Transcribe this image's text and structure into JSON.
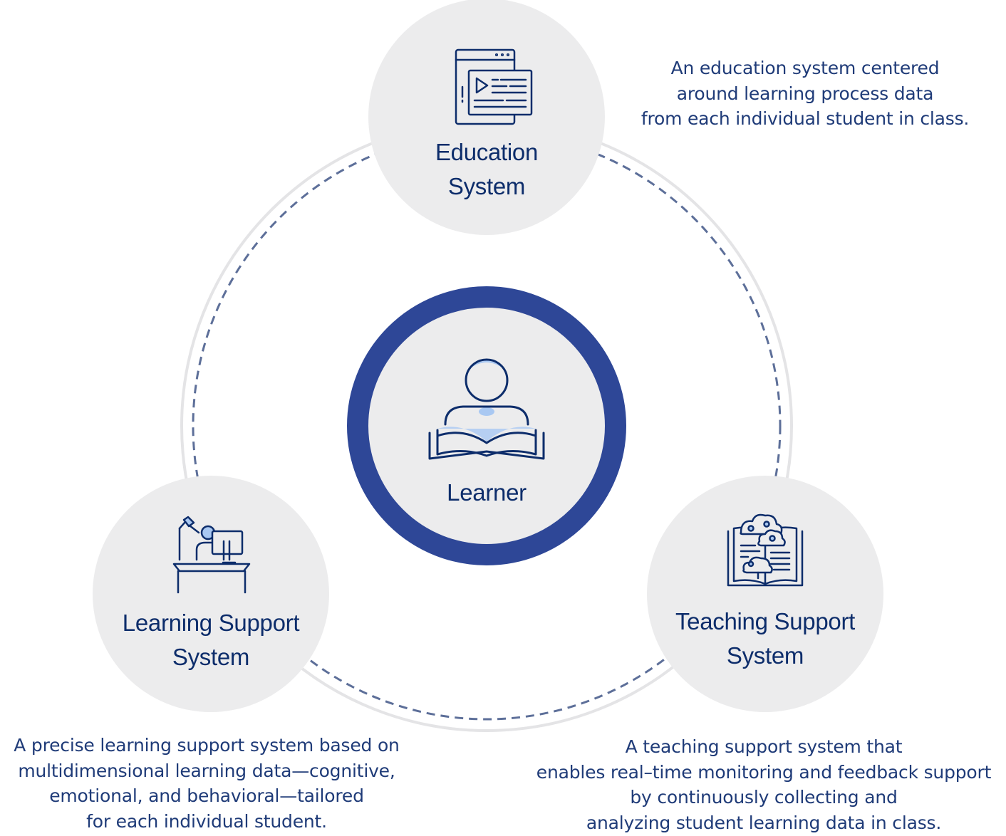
{
  "colors": {
    "navy_text": "#0d2d6b",
    "navy_ring": "#2e4797",
    "dash": "#5d6f99",
    "node_fill": "#ececed",
    "outer_ring": "#e4e4e6",
    "accent_light_blue": "#a9c8f2"
  },
  "center": {
    "label": "Learner",
    "icon": "reading-learner-icon"
  },
  "nodes": {
    "education": {
      "title_line1": "Education",
      "title_line2": "System",
      "icon": "video-window-icon",
      "description": [
        "An education system centered",
        "around learning process data",
        "from each individual student in class."
      ]
    },
    "learning_support": {
      "title_line1": "Learning Support",
      "title_line2": "System",
      "icon": "student-desk-computer-icon",
      "description": [
        "A precise learning support system based on",
        "multidimensional learning data—cognitive,",
        "emotional, and behavioral—tailored",
        "for each individual student."
      ]
    },
    "teaching_support": {
      "title_line1": "Teaching Support",
      "title_line2": "System",
      "icon": "open-book-cloud-icon",
      "description": [
        "A teaching support system that",
        "enables real–time monitoring and feedback support",
        "by continuously collecting and",
        "analyzing student learning data in class."
      ]
    }
  }
}
